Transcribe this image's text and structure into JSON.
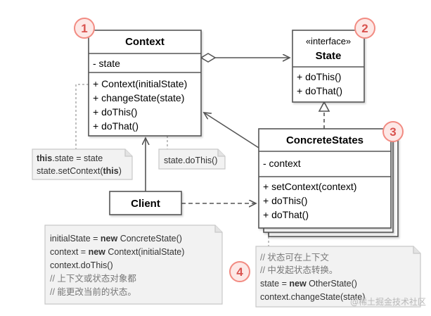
{
  "badges": [
    "1",
    "2",
    "3",
    "4"
  ],
  "context_class": {
    "title": "Context",
    "fields": [
      "- state"
    ],
    "methods": [
      "+ Context(initialState)",
      "+ changeState(state)",
      "+ doThis()",
      "+ doThat()"
    ]
  },
  "state_interface": {
    "stereotype": "«interface»",
    "title": "State",
    "methods": [
      "+ doThis()",
      "+ doThat()"
    ]
  },
  "concrete_states": {
    "title": "ConcreteStates",
    "fields": [
      "- context"
    ],
    "methods": [
      "+ setContext(context)",
      "+ doThis()",
      "+ doThat()"
    ]
  },
  "client": {
    "title": "Client"
  },
  "notes": {
    "context_constructor": {
      "line1_bold": "this",
      "line1_rest": ".state = state",
      "line2_pre": "state.setContext(",
      "line2_bold": "this",
      "line2_post": ")"
    },
    "do_this": "state.doThis()",
    "client_code": {
      "line1_pre": "initialState = ",
      "line1_bold": "new",
      "line1_post": " ConcreteState()",
      "line2_pre": "context = ",
      "line2_bold": "new",
      "line2_post": " Context(initialState)",
      "line3": "context.doThis()",
      "comment1": "// 上下文或状态对象都",
      "comment2": "// 能更改当前的状态。"
    },
    "state_transition": {
      "comment1": "// 状态可在上下文",
      "comment2": "// 中发起状态转换。",
      "line1_pre": "state = ",
      "line1_bold": "new",
      "line1_post": " OtherState()",
      "line2": "context.changeState(state)"
    }
  },
  "watermark": "@稀土掘金技术社区",
  "colors": {
    "badge_stroke": "#f28b82",
    "badge_fill": "#fde8e6",
    "badge_text": "#d9534f",
    "box_fill": "#ffffff",
    "box_stroke": "#555555",
    "note_fill": "#f2f2f2",
    "note_stroke": "#c8c8c8",
    "connector": "#555555",
    "note_connector": "#aaaaaa"
  }
}
